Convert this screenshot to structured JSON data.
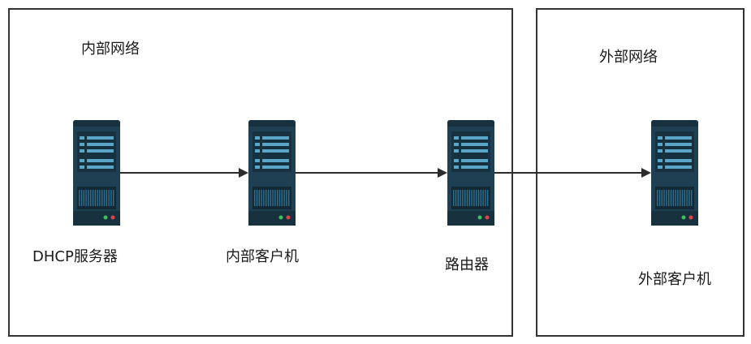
{
  "zones": {
    "internal": {
      "title": "内部网络"
    },
    "external": {
      "title": "外部网络"
    }
  },
  "nodes": {
    "dhcp": {
      "label": "DHCP服务器",
      "icon": "server-icon"
    },
    "internal_client": {
      "label": "内部客户机",
      "icon": "server-icon"
    },
    "router": {
      "label": "路由器",
      "icon": "server-icon"
    },
    "external_client": {
      "label": "外部客户机",
      "icon": "server-icon"
    }
  },
  "edges": [
    {
      "from": "dhcp",
      "to": "internal_client"
    },
    {
      "from": "internal_client",
      "to": "router"
    },
    {
      "from": "router",
      "to": "external_client"
    }
  ],
  "colors": {
    "border": "#333333",
    "arrow": "#2b2b2b",
    "server_body": "#1f3f52",
    "server_panel": "#2f6f8f",
    "server_slot": "#5aa6c8",
    "led_green": "#3fbf5f",
    "led_red": "#e0404a"
  }
}
